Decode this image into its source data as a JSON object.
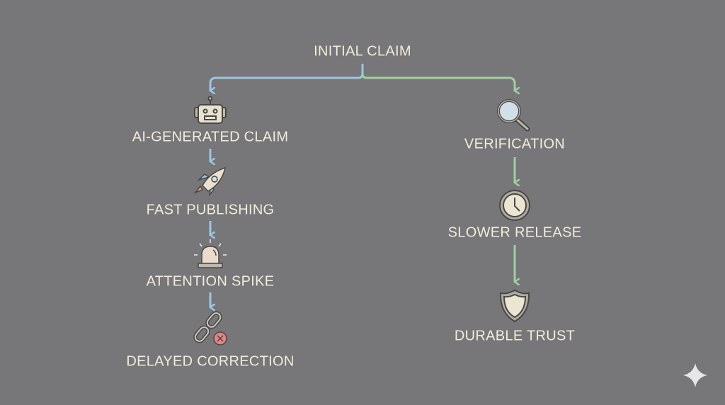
{
  "root": {
    "label": "INITIAL CLAIM"
  },
  "left_branch": {
    "color": "#9cc6e4",
    "steps": [
      {
        "label": "AI-GENERATED CLAIM",
        "icon": "robot-icon"
      },
      {
        "label": "FAST PUBLISHING",
        "icon": "rocket-icon"
      },
      {
        "label": "ATTENTION SPIKE",
        "icon": "siren-icon"
      },
      {
        "label": "DELAYED CORRECTION",
        "icon": "broken-link-icon"
      }
    ]
  },
  "right_branch": {
    "color": "#9fd0a0",
    "steps": [
      {
        "label": "VERIFICATION",
        "icon": "magnifier-icon"
      },
      {
        "label": "SLOWER RELEASE",
        "icon": "clock-icon"
      },
      {
        "label": "DURABLE TRUST",
        "icon": "shield-icon"
      }
    ]
  }
}
